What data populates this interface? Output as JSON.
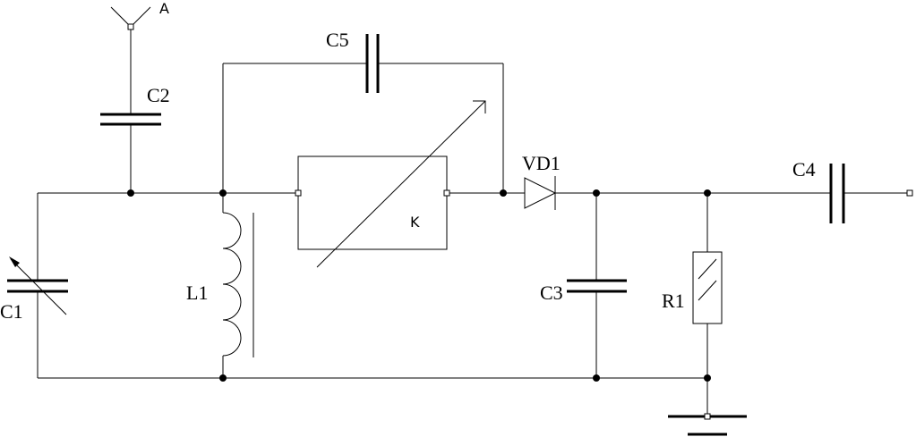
{
  "labels": {
    "antenna": "A",
    "c1": "C1",
    "c2": "C2",
    "c3": "C3",
    "c4": "C4",
    "c5": "C5",
    "l1": "L1",
    "vd1": "VD1",
    "r1": "R1",
    "k": "K"
  }
}
